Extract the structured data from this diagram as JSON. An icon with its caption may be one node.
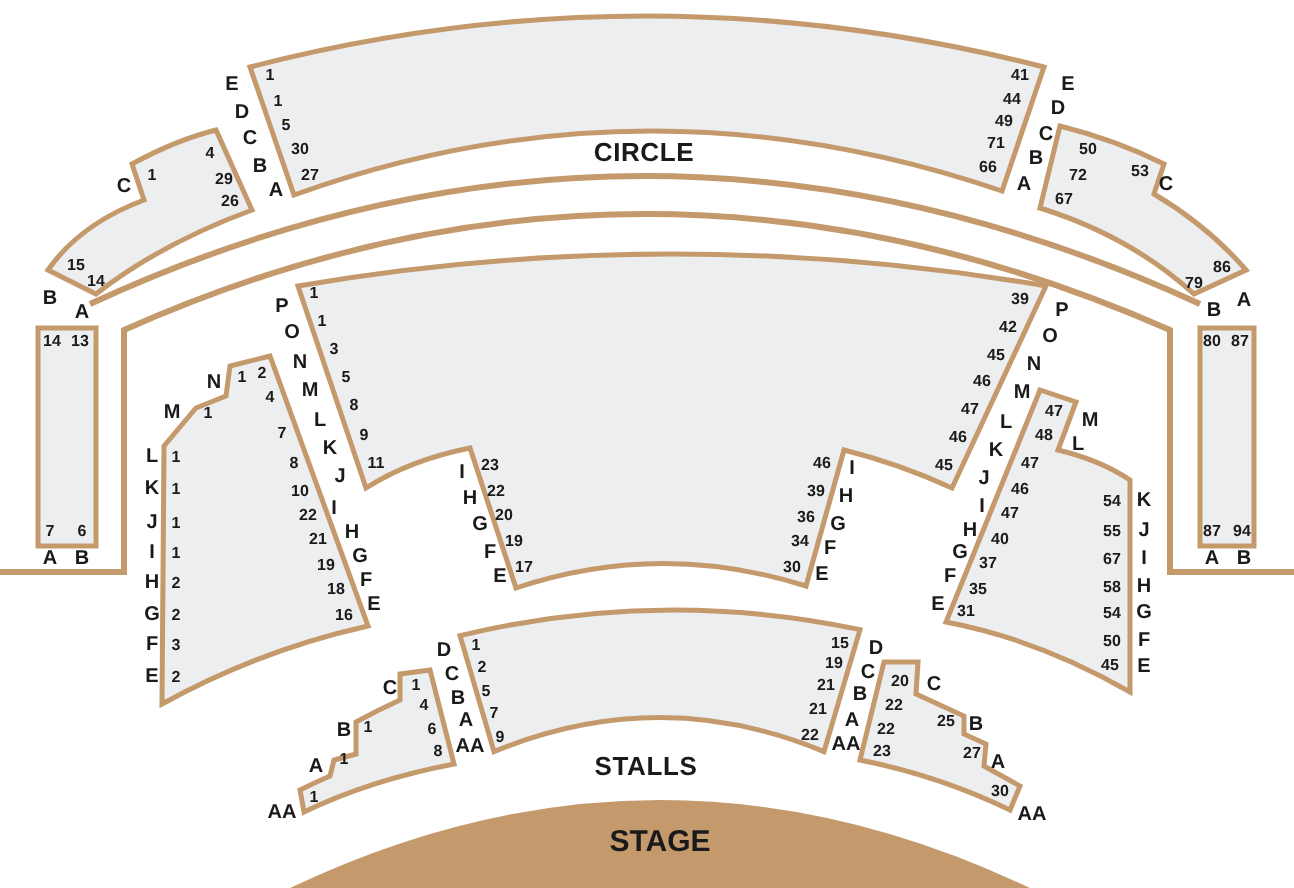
{
  "diagram": {
    "nodes": [
      {
        "text": [
          "1",
          "4",
          "29",
          "26",
          "15",
          "14"
        ],
        "beside": [
          "C",
          "B",
          "A"
        ]
      },
      {
        "text": [
          "1",
          "1",
          "5",
          "30",
          "27",
          "41",
          "44",
          "49",
          "71",
          "66"
        ],
        "beside": [
          "E",
          "D",
          "C",
          "B",
          "A",
          "E",
          "D",
          "C",
          "B",
          "A"
        ]
      },
      {
        "text": [
          "50",
          "53",
          "72",
          "67",
          "86",
          "79"
        ],
        "beside": [
          "C",
          "B",
          "A"
        ]
      },
      {
        "text": [
          "14",
          "13",
          "7",
          "6"
        ],
        "beside": [
          "A",
          "B"
        ]
      },
      {
        "text": [
          "1",
          "1",
          "3",
          "5",
          "8",
          "9",
          "11",
          "23",
          "22",
          "20",
          "19",
          "17",
          "46",
          "39",
          "36",
          "34",
          "30",
          "39",
          "42",
          "45",
          "46",
          "47",
          "46",
          "45"
        ],
        "beside": [
          "P",
          "O",
          "N",
          "M",
          "L",
          "K",
          "J",
          "I",
          "H",
          "G",
          "F",
          "E",
          "I",
          "H",
          "G",
          "F",
          "E",
          "P",
          "O",
          "N",
          "M",
          "L",
          "K",
          "J"
        ]
      },
      {
        "text": [
          "80",
          "87",
          "87",
          "94"
        ],
        "beside": [
          "A",
          "B"
        ]
      },
      {
        "text": [
          "1",
          "2",
          "1",
          "1",
          "1",
          "1",
          "1",
          "2",
          "2",
          "3",
          "2",
          "4",
          "7",
          "8",
          "10",
          "22",
          "21",
          "19",
          "18",
          "16"
        ],
        "beside": [
          "N",
          "M",
          "L",
          "K",
          "J",
          "I",
          "H",
          "G",
          "F",
          "E",
          "I",
          "H",
          "G",
          "F",
          "E"
        ]
      },
      {
        "text": [
          "47",
          "48",
          "47",
          "46",
          "47",
          "40",
          "37",
          "35",
          "31",
          "54",
          "55",
          "67",
          "58",
          "54",
          "50",
          "45"
        ],
        "beside": [
          "M",
          "L",
          "I",
          "H",
          "G",
          "F",
          "E",
          "K",
          "J",
          "I",
          "H",
          "G",
          "F",
          "E"
        ]
      },
      {
        "text": [
          "1",
          "1",
          "1",
          "1",
          "4",
          "6",
          "8"
        ],
        "beside": [
          "AA",
          "A",
          "B",
          "C"
        ]
      },
      {
        "text": [
          "1",
          "2",
          "5",
          "7",
          "9",
          "15",
          "19",
          "21",
          "21",
          "22"
        ],
        "beside": [
          "D",
          "C",
          "B",
          "A",
          "AA",
          "D",
          "C",
          "B",
          "A",
          "AA"
        ]
      },
      {
        "text": [
          "20",
          "22",
          "22",
          "23",
          "25",
          "27",
          "30"
        ],
        "beside": [
          "C",
          "B",
          "A",
          "AA"
        ]
      },
      {
        "text": [
          "STAGE"
        ]
      }
    ],
    "labels": [
      "CIRCLE",
      "STALLS"
    ]
  }
}
